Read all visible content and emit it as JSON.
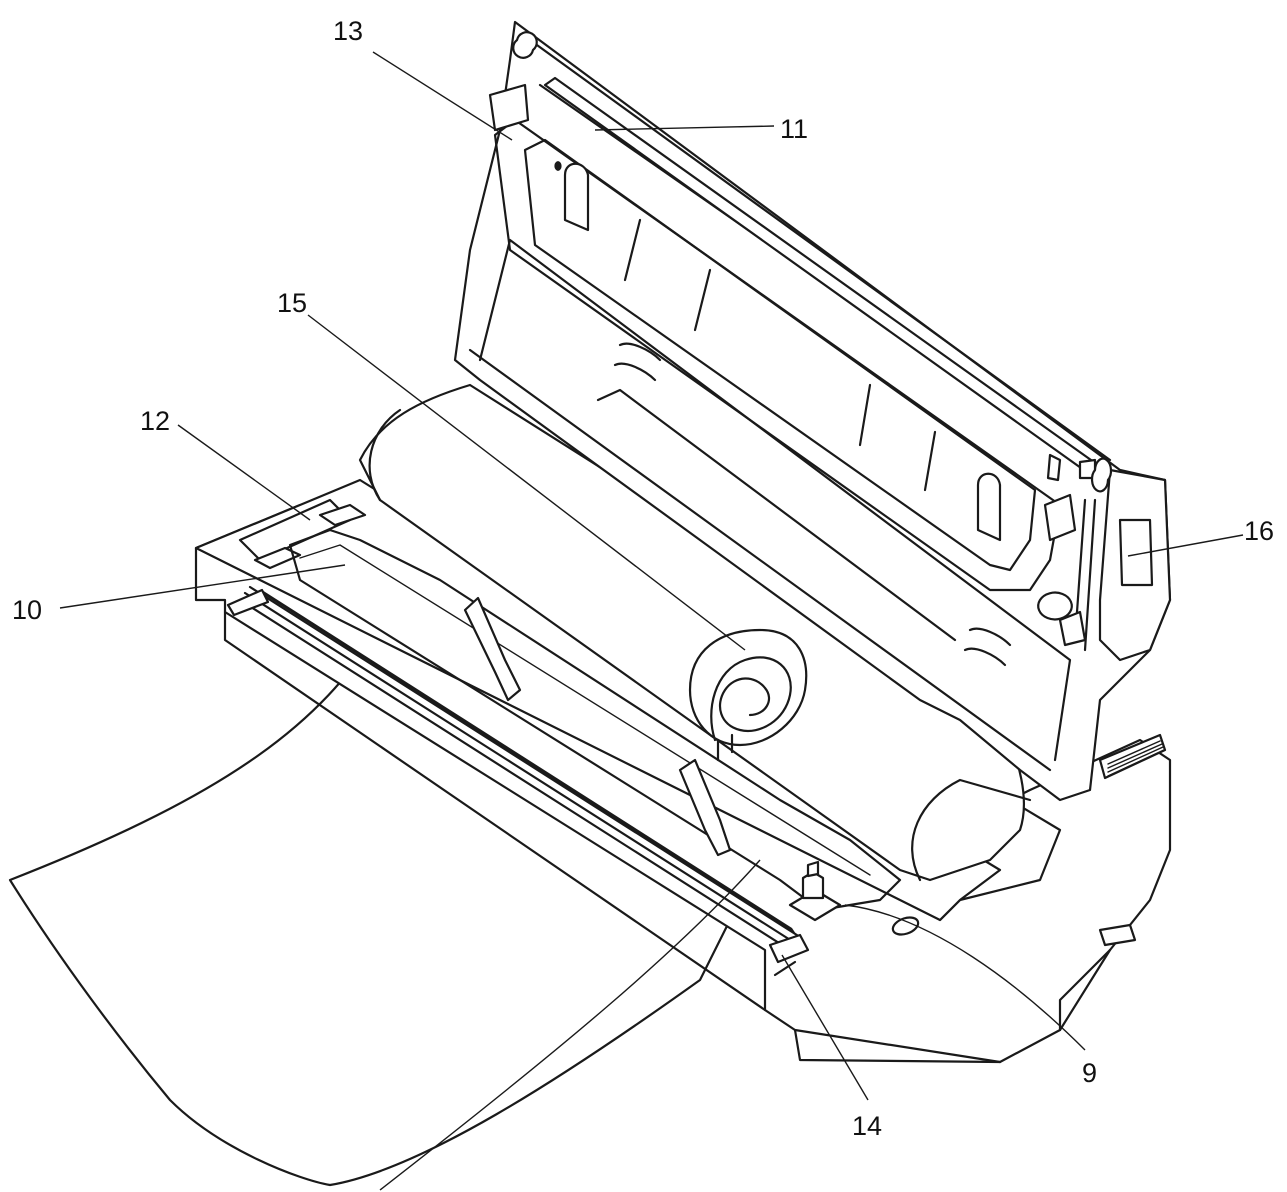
{
  "callouts": [
    {
      "id": "c13",
      "label": "13"
    },
    {
      "id": "c11",
      "label": "11"
    },
    {
      "id": "c15",
      "label": "15"
    },
    {
      "id": "c12",
      "label": "12"
    },
    {
      "id": "c10",
      "label": "10"
    },
    {
      "id": "c16",
      "label": "16"
    },
    {
      "id": "c9",
      "label": "9"
    },
    {
      "id": "c14",
      "label": "14"
    }
  ],
  "colors": {
    "line": "#1a1a1a",
    "background": "#ffffff"
  }
}
